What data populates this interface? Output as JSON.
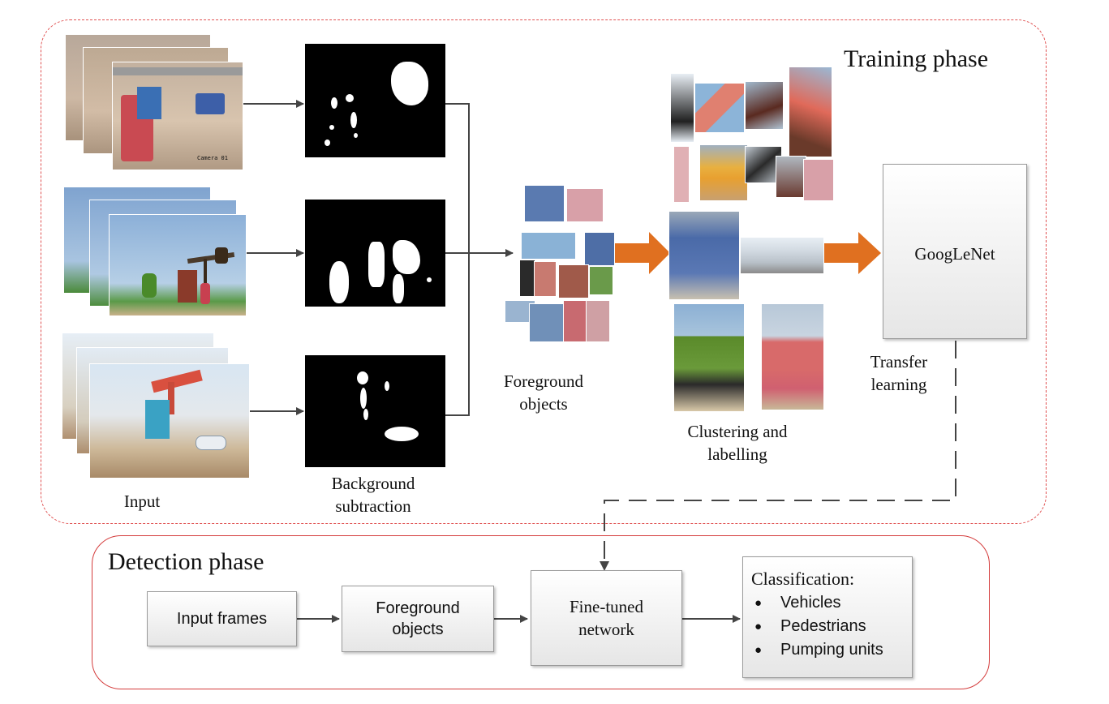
{
  "training": {
    "title": "Training phase",
    "input_label": "Input",
    "bg_sub_label_line1": "Background",
    "bg_sub_label_line2": "subtraction",
    "fg_label_line1": "Foreground",
    "fg_label_line2": "objects",
    "cluster_label_line1": "Clustering and",
    "cluster_label_line2": "labelling",
    "network_label": "GoogLeNet",
    "transfer_line1": "Transfer",
    "transfer_line2": "learning",
    "camera_text": "Camera 01"
  },
  "detection": {
    "title": "Detection phase",
    "input_frames": "Input frames",
    "fg_line1": "Foreground",
    "fg_line2": "objects",
    "finetuned_line1": "Fine-tuned",
    "finetuned_line2": "network",
    "classification": {
      "heading": "Classification:",
      "items": [
        "Vehicles",
        "Pedestrians",
        "Pumping units"
      ]
    }
  },
  "colors": {
    "training_border": "#e05050",
    "detection_border": "#d43c3c",
    "orange_arrow": "#e07020",
    "connector": "#444444"
  }
}
